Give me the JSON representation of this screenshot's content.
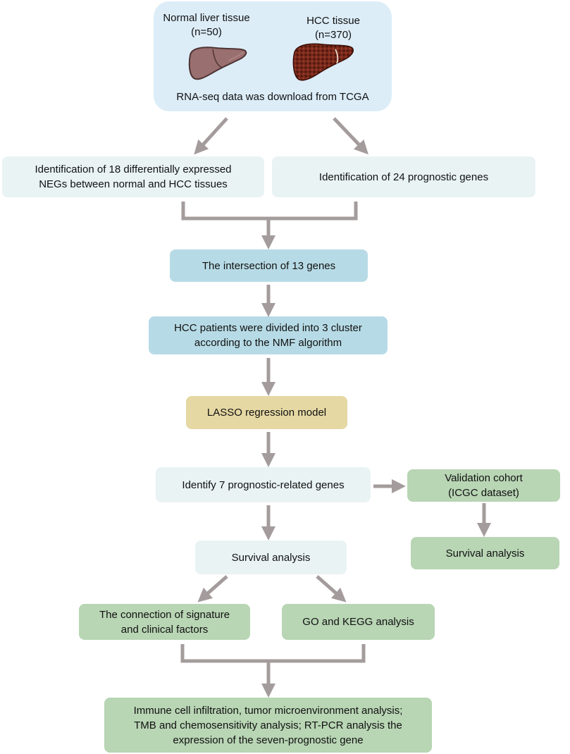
{
  "top": {
    "normal_label": "Normal liver tissue\n(n=50)",
    "hcc_label": "HCC tissue\n(n=370)",
    "source_label": "RNA-seq data was download from TCGA"
  },
  "steps": {
    "deg": "Identification of   18 differentially expressed\nNEGs between normal and HCC tissues",
    "prognostic": "Identification of  24 prognostic genes",
    "intersection": "The intersection of 13 genes",
    "nmf": "HCC patients were divided into 3 cluster\naccording to the NMF algorithm",
    "lasso": "LASSO regression model",
    "identify7": "Identify 7 prognostic-related genes",
    "validation": "Validation cohort\n(ICGC dataset)",
    "survival_left": "Survival analysis",
    "survival_right": "Survival analysis",
    "clinical": "The connection of signature\nand clinical factors",
    "gokegg": "GO and KEGG analysis",
    "final": "Immune cell infiltration, tumor microenvironment analysis;\nTMB and chemosensitivity analysis; RT-PCR analysis the\nexpression of the seven-prognostic gene"
  },
  "colors": {
    "top_box": "#dcedf8",
    "light_box": "#e9f3f4",
    "blue_box": "#b7dbe6",
    "tan_box": "#e5d8a3",
    "green_box": "#b8d5b4",
    "connector": "#a49c9c",
    "normal_liver": "#9a6f6f",
    "hcc_liver": "#7a2a1c"
  }
}
